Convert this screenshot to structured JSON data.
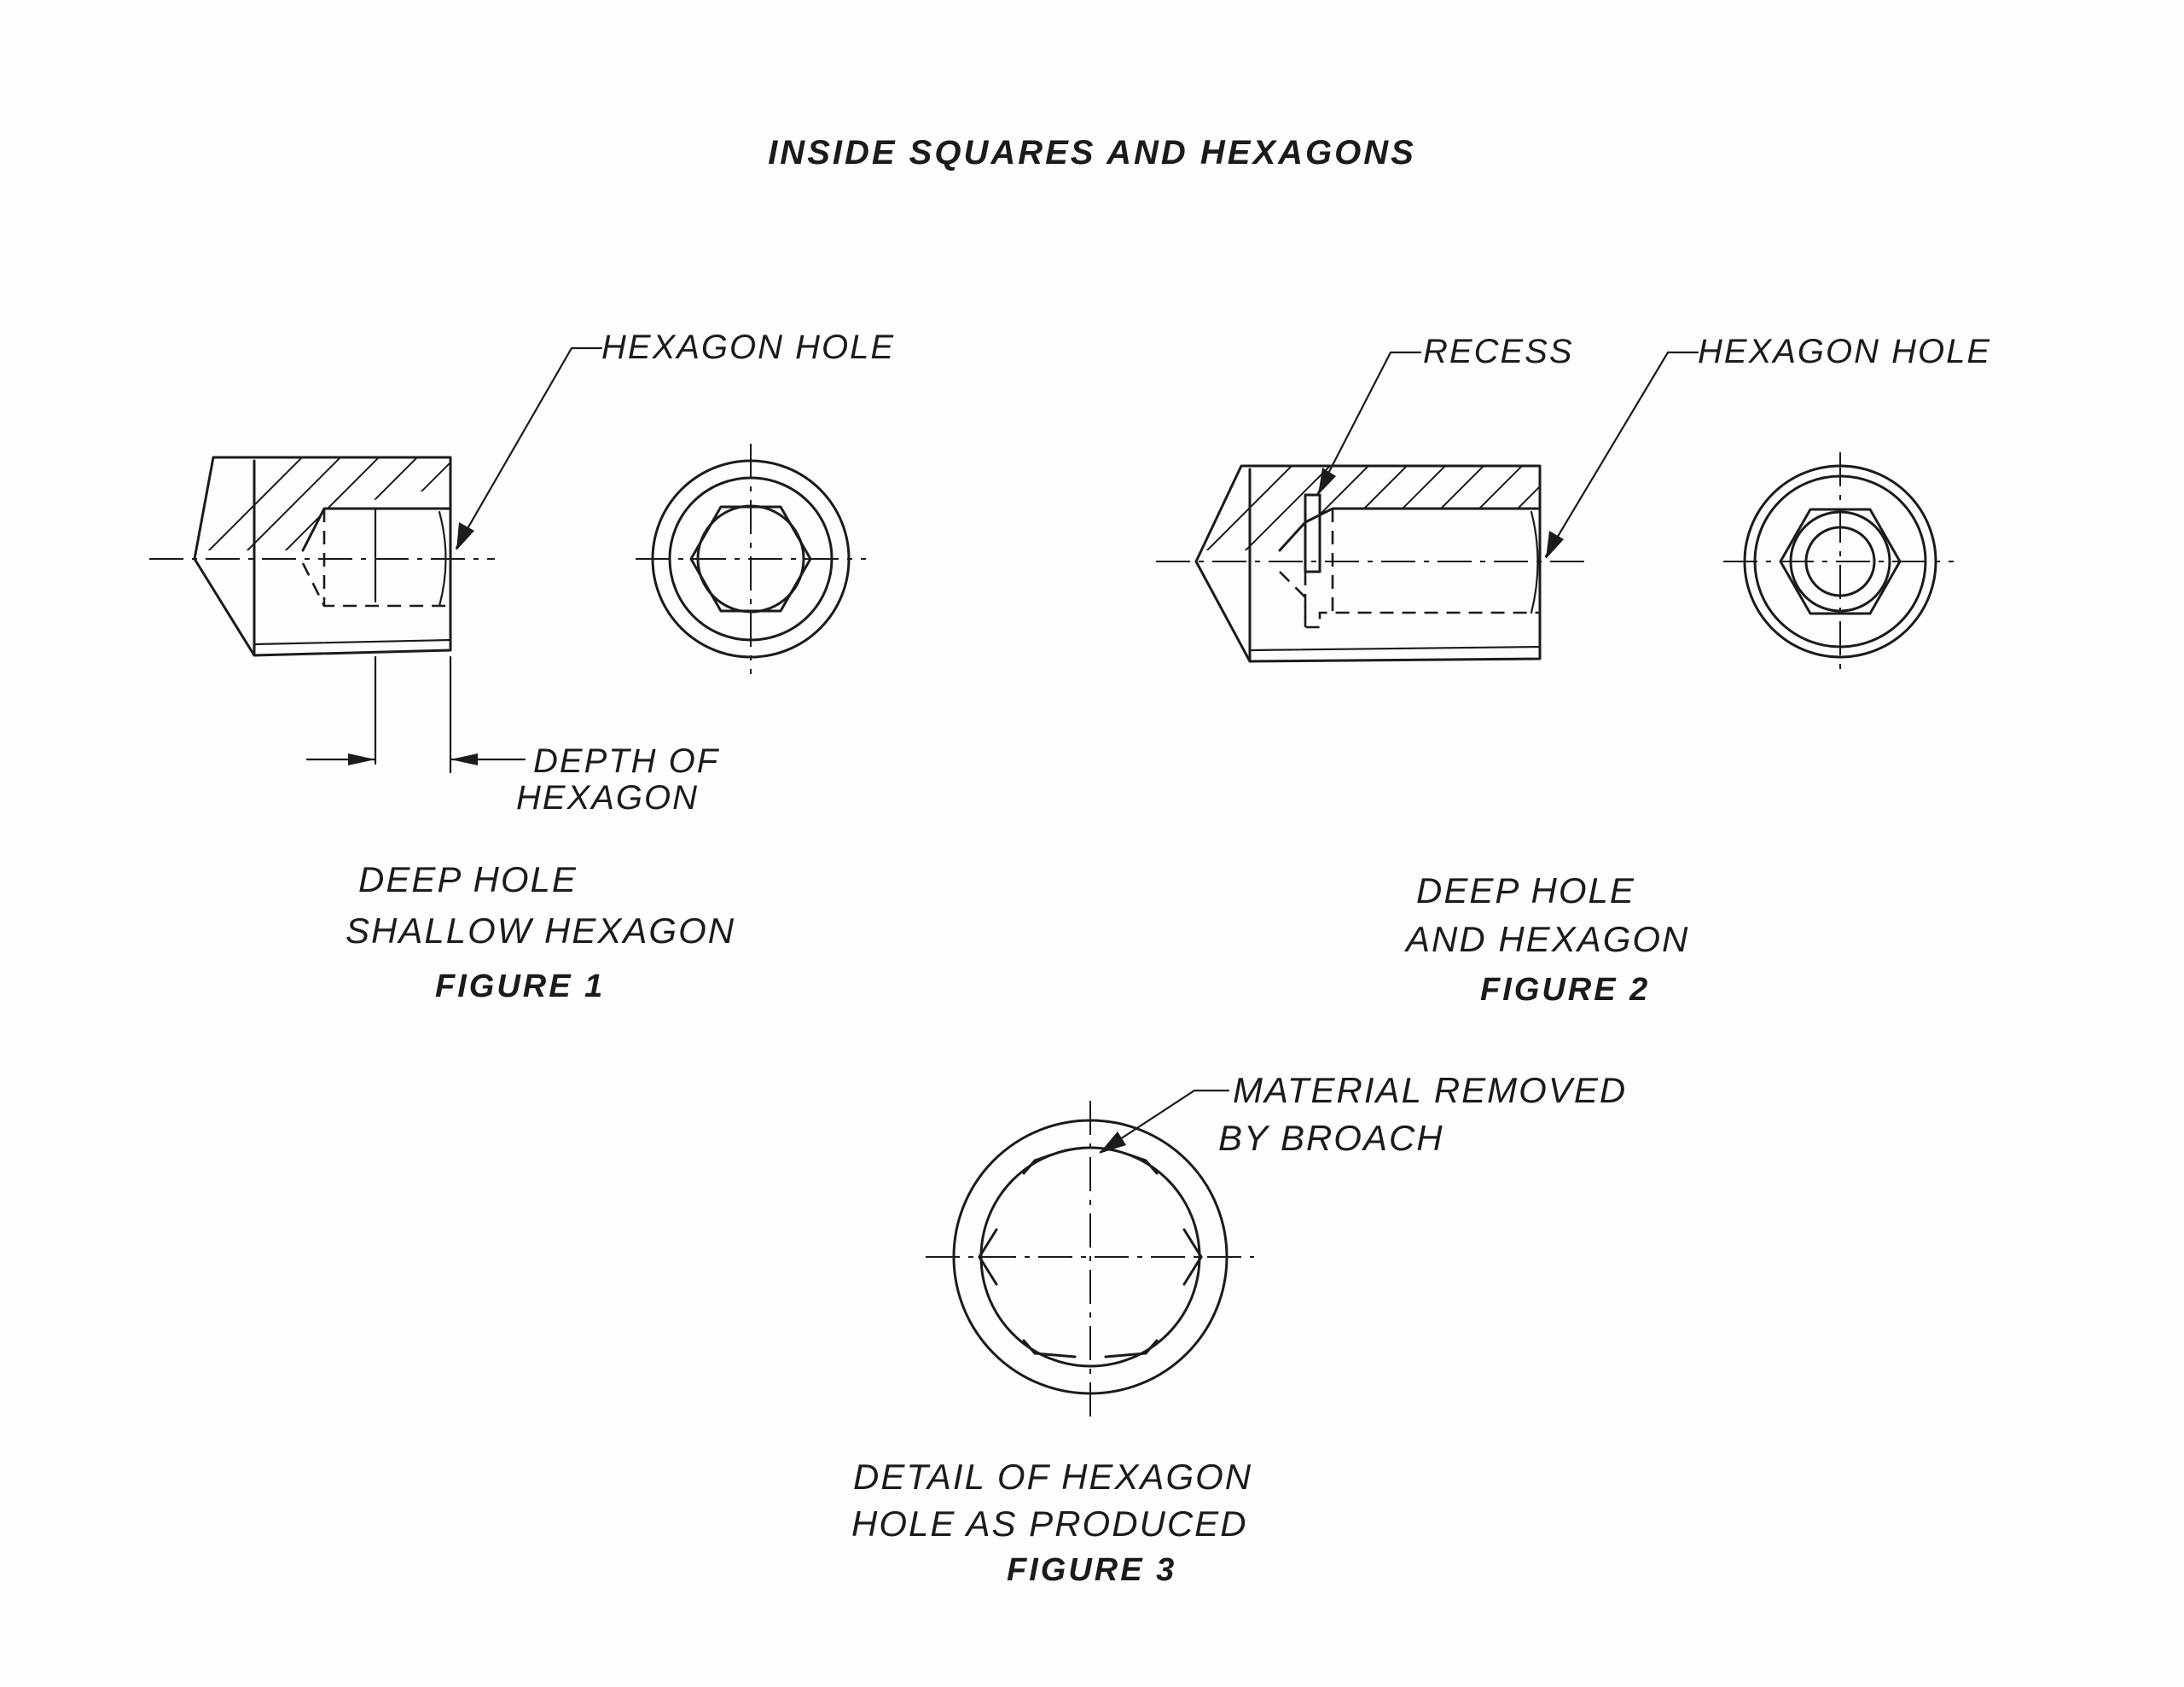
{
  "title": "INSIDE SQUARES AND HEXAGONS",
  "figure1": {
    "leader_label": "HEXAGON HOLE",
    "dimension_label_line1": "DEPTH OF",
    "dimension_label_line2": "HEXAGON",
    "caption_line1": "DEEP HOLE",
    "caption_line2": "SHALLOW HEXAGON",
    "caption_line3": "FIGURE 1"
  },
  "figure2": {
    "leader_label_recess": "RECESS",
    "leader_label_hex": "HEXAGON HOLE",
    "caption_line1": "DEEP HOLE",
    "caption_line2": "AND HEXAGON",
    "caption_line3": "FIGURE 2"
  },
  "figure3": {
    "leader_label_line1": "MATERIAL REMOVED",
    "leader_label_line2": "BY BROACH",
    "caption_line1": "DETAIL OF HEXAGON",
    "caption_line2": "HOLE AS PRODUCED",
    "caption_line3": "FIGURE 3"
  },
  "colors": {
    "ink": "#1b1b1b",
    "paper": "#fdfdfc"
  }
}
